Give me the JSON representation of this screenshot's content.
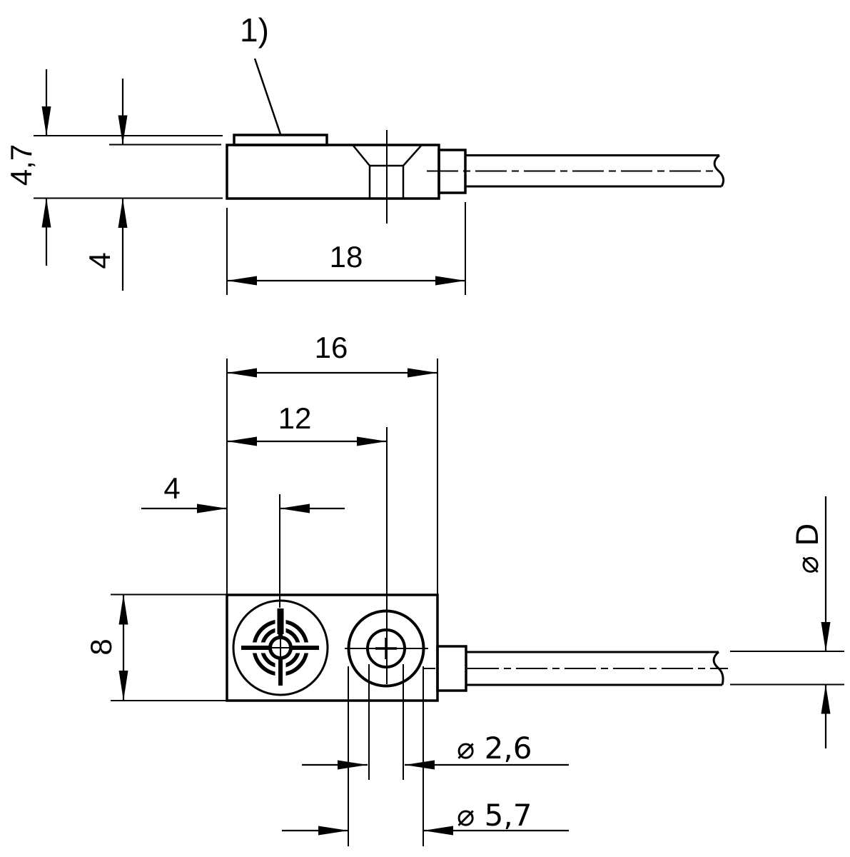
{
  "page": {
    "background": "#ffffff",
    "line_color": "#000000"
  },
  "views": {
    "side_view": {
      "callout": "1)",
      "dims": {
        "total_height": "4,7",
        "body_height": "4",
        "length": "18"
      }
    },
    "bottom_view": {
      "dims": {
        "width": "16",
        "hole_center_offset": "12",
        "face_center_offset": "4",
        "height": "8",
        "bore_diameter": "⌀ 2,6",
        "countersink_diameter": "⌀ 5,7",
        "cable_diameter": "⌀ D"
      }
    }
  }
}
